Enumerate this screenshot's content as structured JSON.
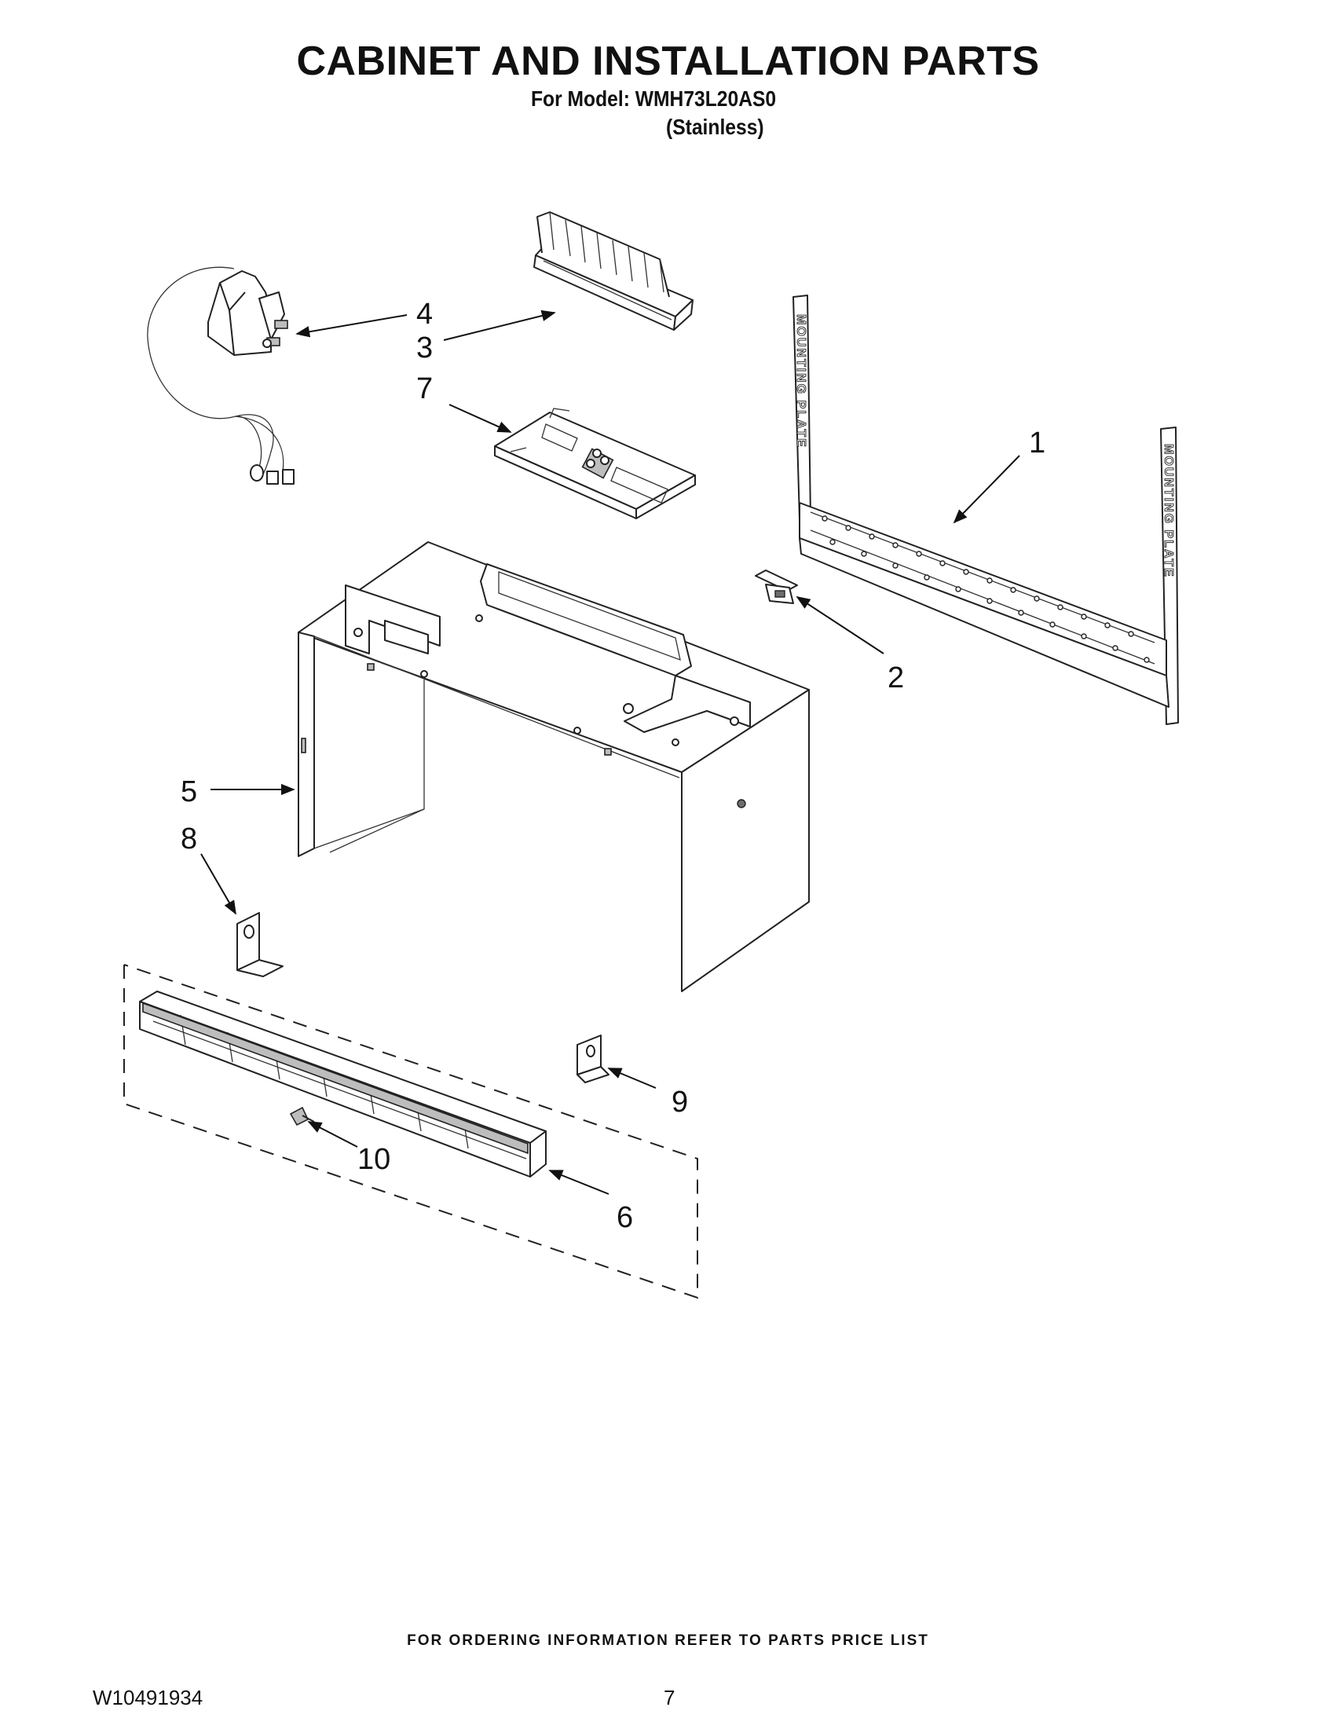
{
  "header": {
    "title": "CABINET AND INSTALLATION PARTS",
    "model_line": "For Model: WMH73L20AS0",
    "variant_line": "(Stainless)"
  },
  "callouts": {
    "c1": "1",
    "c2": "2",
    "c3": "3",
    "c4": "4",
    "c5": "5",
    "c6": "6",
    "c7": "7",
    "c8": "8",
    "c9": "9",
    "c10": "10"
  },
  "mounting_plate_text": "MOUNTING PLATE",
  "footer": {
    "ordering_note": "FOR ORDERING INFORMATION REFER TO PARTS PRICE LIST",
    "doc_number": "W10491934",
    "page_number": "7"
  }
}
